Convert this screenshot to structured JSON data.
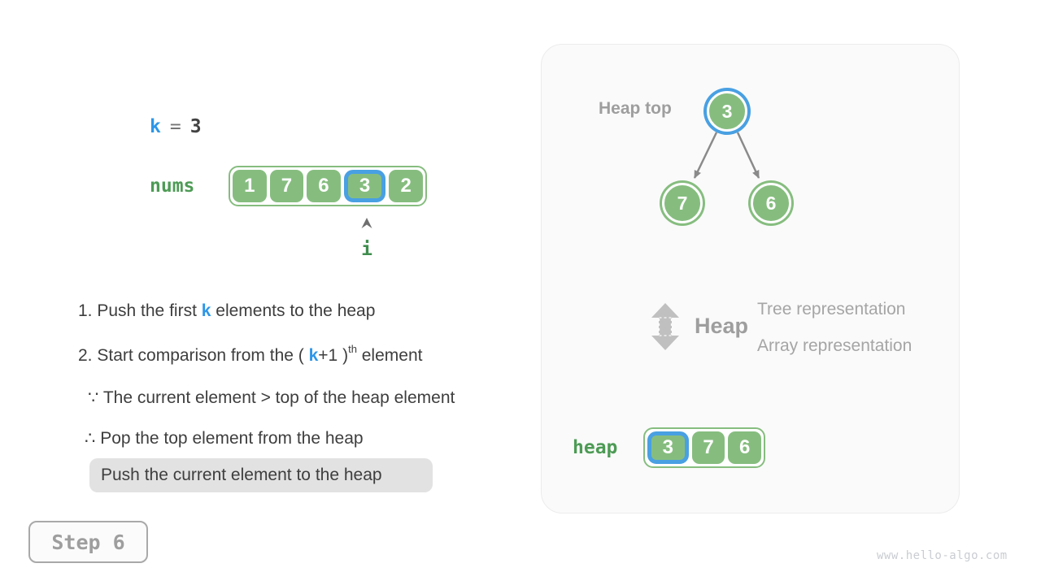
{
  "colors": {
    "green_fill": "#86bd7f",
    "green_text": "#4d9b55",
    "highlight_blue": "#49a0e2",
    "k_blue": "#2d96e8",
    "gray_text": "#9e9e9e",
    "dark_text": "#3e3e3e",
    "panel_bg": "#fafafa"
  },
  "left": {
    "k_line": {
      "k": "k",
      "eq": "=",
      "value": "3"
    },
    "nums": {
      "label": "nums",
      "values": [
        "1",
        "7",
        "6",
        "3",
        "2"
      ],
      "highlighted_index": 3,
      "pointer_label": "i"
    },
    "instructions": {
      "item1": {
        "pre": "1. Push the first ",
        "k": "k",
        "post": " elements to the heap"
      },
      "item2": {
        "pre": "2. Start comparison from the ( ",
        "k": "k",
        "mid": "+1 )",
        "sup": "th",
        "post": " element"
      },
      "item3": "∵ The current element > top of the heap element",
      "item4": "∴ Pop the top element from the heap"
    },
    "highlight_box": "Push the current element to the heap",
    "step_button": "Step 6"
  },
  "panel": {
    "heap_top_label": "Heap top",
    "tree": {
      "root": "3",
      "left_child": "7",
      "right_child": "6"
    },
    "legend": {
      "title": "Heap",
      "tree_line": "Tree representation",
      "array_line": "Array representation"
    },
    "heap_array": {
      "label": "heap",
      "values": [
        "3",
        "7",
        "6"
      ],
      "highlighted_index": 0
    }
  },
  "watermark": "www.hello-algo.com"
}
